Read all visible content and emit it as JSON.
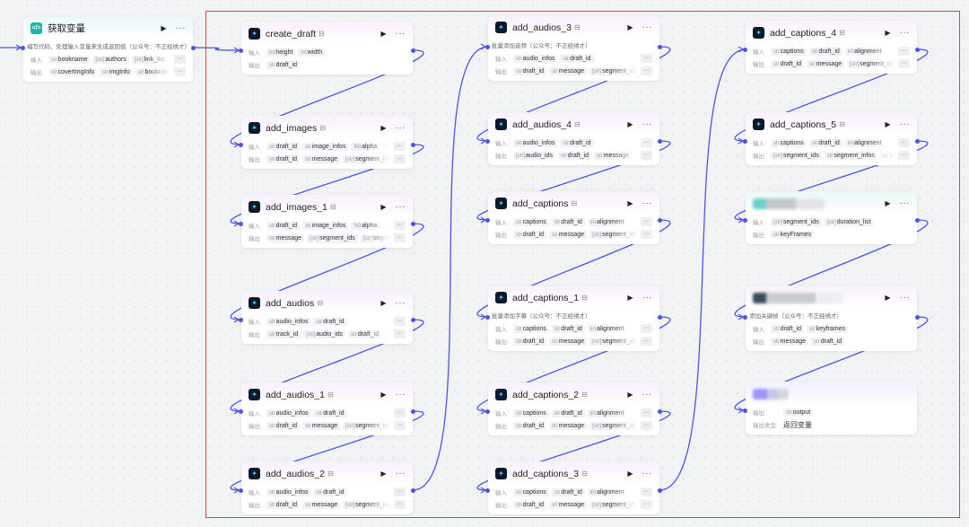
{
  "colors": {
    "edge": "#4d53e8",
    "selection": "#f03b3b",
    "canvas": "#f2f3f5"
  },
  "labels": {
    "input": "输入",
    "output": "输出",
    "output_type": "输出类型",
    "run": "▶",
    "more": "···"
  },
  "nodes": [
    {
      "title": "获取变量",
      "kind": "start",
      "desc": "编写代码，处理输入变量来生成返回值（公众号：不正经绣才）",
      "inputs": [
        [
          "str",
          "bookname"
        ],
        [
          "[str]",
          "authors"
        ],
        [
          "[str]",
          "link_list"
        ],
        [
          "[",
          ""
        ]
      ],
      "outputs": [
        [
          "str",
          "coverImgInfo"
        ],
        [
          "str",
          "imgInfo"
        ],
        [
          "str",
          "bookname"
        ]
      ]
    },
    {
      "title": "create_draft",
      "inputs": [
        [
          "int",
          "height"
        ],
        [
          "int",
          "width"
        ]
      ],
      "outputs": [
        [
          "str",
          "draft_id"
        ]
      ],
      "no_more": true
    },
    {
      "title": "add_images",
      "inputs": [
        [
          "str",
          "draft_id"
        ],
        [
          "str",
          "image_infos"
        ],
        [
          "N0",
          "alpha"
        ],
        [
          "N0",
          ""
        ]
      ],
      "outputs": [
        [
          "str",
          "draft_id"
        ],
        [
          "str",
          "message"
        ],
        [
          "[str]",
          "segment_ids"
        ]
      ]
    },
    {
      "title": "add_images_1",
      "inputs": [
        [
          "str",
          "draft_id"
        ],
        [
          "str",
          "image_infos"
        ],
        [
          "N0",
          "alpha"
        ]
      ],
      "outputs": [
        [
          "str",
          "message"
        ],
        [
          "[str]",
          "segment_ids"
        ],
        [
          "[str]",
          "segment_"
        ]
      ]
    },
    {
      "title": "add_audios",
      "inputs": [
        [
          "str",
          "audio_infos"
        ],
        [
          "str",
          "draft_id"
        ]
      ],
      "outputs": [
        [
          "str",
          "track_id"
        ],
        [
          "[str]",
          "audio_ids"
        ],
        [
          "str",
          "draft_id"
        ],
        [
          "str",
          ""
        ]
      ]
    },
    {
      "title": "add_audios_1",
      "inputs": [
        [
          "str",
          "audio_infos"
        ],
        [
          "str",
          "draft_id"
        ]
      ],
      "outputs": [
        [
          "str",
          "draft_id"
        ],
        [
          "str",
          "message"
        ],
        [
          "[str]",
          "segment_ids"
        ]
      ]
    },
    {
      "title": "add_audios_2",
      "inputs": [
        [
          "str",
          "audio_infos"
        ],
        [
          "str",
          "draft_id"
        ]
      ],
      "outputs": [
        [
          "str",
          "draft_id"
        ],
        [
          "str",
          "message"
        ],
        [
          "[str]",
          "segment_ids"
        ]
      ]
    },
    {
      "title": "add_audios_3",
      "desc": "批量添加音频（公众号：不正经绣才）",
      "inputs": [
        [
          "str",
          "audio_infos"
        ],
        [
          "str",
          "draft_id"
        ]
      ],
      "outputs": [
        [
          "str",
          "draft_id"
        ],
        [
          "str",
          "message"
        ],
        [
          "[str]",
          "segment_ids"
        ]
      ]
    },
    {
      "title": "add_audios_4",
      "inputs": [
        [
          "str",
          "audio_infos"
        ],
        [
          "str",
          "draft_id"
        ]
      ],
      "outputs": [
        [
          "[str]",
          "audio_ids"
        ],
        [
          "str",
          "draft_id"
        ],
        [
          "str",
          "message"
        ]
      ]
    },
    {
      "title": "add_captions",
      "inputs": [
        [
          "str",
          "captions"
        ],
        [
          "str",
          "draft_id"
        ],
        [
          "int",
          "alignment"
        ]
      ],
      "outputs": [
        [
          "str",
          "draft_id"
        ],
        [
          "str",
          "message"
        ],
        [
          "[str]",
          "segment_ids"
        ]
      ]
    },
    {
      "title": "add_captions_1",
      "desc": "批量添加字幕（公众号：不正经绣才）",
      "inputs": [
        [
          "str",
          "captions"
        ],
        [
          "str",
          "draft_id"
        ],
        [
          "int",
          "alignment"
        ]
      ],
      "outputs": [
        [
          "str",
          "draft_id"
        ],
        [
          "str",
          "message"
        ],
        [
          "[str]",
          "segment_ids"
        ]
      ]
    },
    {
      "title": "add_captions_2",
      "inputs": [
        [
          "str",
          "captions"
        ],
        [
          "str",
          "draft_id"
        ],
        [
          "int",
          "alignment"
        ]
      ],
      "outputs": [
        [
          "str",
          "draft_id"
        ],
        [
          "str",
          "message"
        ],
        [
          "[str]",
          "segment_ids"
        ]
      ]
    },
    {
      "title": "add_captions_3",
      "inputs": [
        [
          "str",
          "captions"
        ],
        [
          "str",
          "draft_id"
        ],
        [
          "int",
          "alignment"
        ]
      ],
      "outputs": [
        [
          "str",
          "draft_id"
        ],
        [
          "str",
          "message"
        ],
        [
          "[str]",
          "segment_ids"
        ]
      ]
    },
    {
      "title": "add_captions_4",
      "inputs": [
        [
          "str",
          "captions"
        ],
        [
          "str",
          "draft_id"
        ],
        [
          "int",
          "alignment"
        ]
      ],
      "outputs": [
        [
          "str",
          "draft_id"
        ],
        [
          "str",
          "message"
        ],
        [
          "[str]",
          "segment_ids"
        ]
      ]
    },
    {
      "title": "add_captions_5",
      "inputs": [
        [
          "str",
          "captions"
        ],
        [
          "str",
          "draft_id"
        ],
        [
          "int",
          "alignment"
        ]
      ],
      "outputs": [
        [
          "[str]",
          "segment_ids"
        ],
        [
          "str",
          "segment_infos"
        ],
        [
          "str",
          "du"
        ]
      ]
    },
    {
      "title": "",
      "kind": "teal",
      "blur": "teal",
      "inputs": [
        [
          "[str]",
          "segment_ids"
        ],
        [
          "[str]",
          "duration_list"
        ]
      ],
      "outputs": [
        [
          "str",
          "keyFrames"
        ]
      ],
      "no_more": true
    },
    {
      "title": "",
      "blur": "dark",
      "desc": "添加关键帧（公众号：不正经绣才）",
      "inputs": [
        [
          "str",
          "draft_id"
        ],
        [
          "str",
          "keyframes"
        ]
      ],
      "outputs": [
        [
          "str",
          "message"
        ],
        [
          "str",
          "draft_id"
        ]
      ],
      "no_more": true
    },
    {
      "title": "",
      "kind": "endn",
      "blur": "purple",
      "end": true,
      "outputs": [
        [
          "str",
          "output"
        ]
      ],
      "output_type": "返回变量"
    }
  ]
}
